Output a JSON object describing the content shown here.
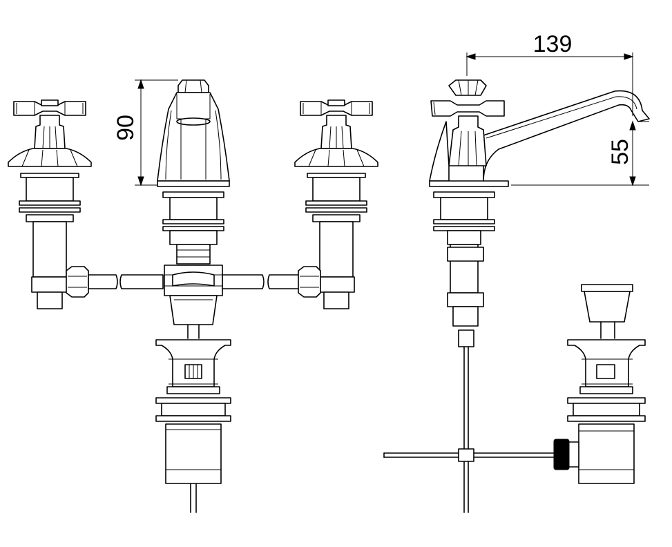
{
  "dimensions": {
    "height_outlet": "90",
    "spout_reach": "139",
    "spout_height": "55"
  },
  "colors": {
    "line": "#000000",
    "background": "#ffffff"
  }
}
